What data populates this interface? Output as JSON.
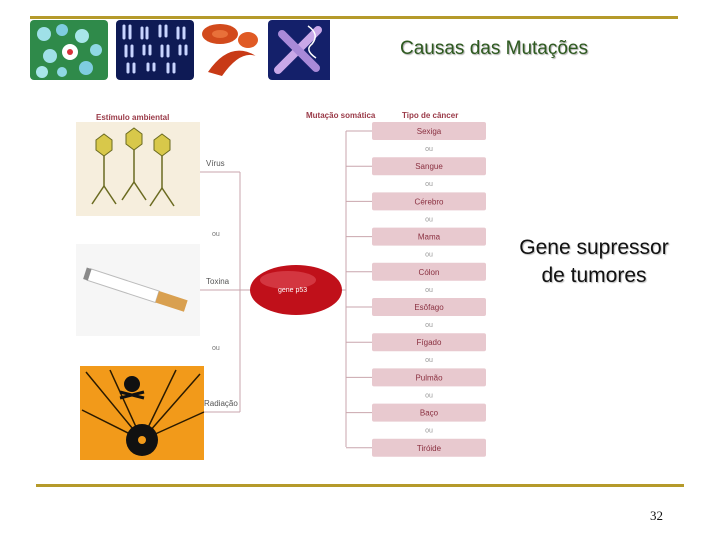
{
  "slide": {
    "title": "Causas das Mutações",
    "side_text_line1": "Gene supressor",
    "side_text_line2": "de tumores",
    "page_number": "32"
  },
  "figure": {
    "header_left": "Estímulo ambiental",
    "header_mid": "Mutação somática",
    "header_right": "Tipo de câncer",
    "stimuli": [
      "Vírus",
      "Toxina",
      "Radiação"
    ],
    "stimulus_or": [
      "ou",
      "ou"
    ],
    "gene_label": "gene p53",
    "cancers": [
      "Sexiga",
      "Sangue",
      "Cérebro",
      "Mama",
      "Cólon",
      "Esôfago",
      "Fígado",
      "Pulmão",
      "Baço",
      "Tiróide"
    ],
    "cancer_or": [
      "ou",
      "ou",
      "ou",
      "ou",
      "ou",
      "ou",
      "ou",
      "ou",
      "ou"
    ]
  },
  "colors": {
    "rule": "#b59a2a",
    "title": "#2e5a20",
    "cancer_box": "#e8c9cf",
    "cancer_text": "#8a3040",
    "gene_cell": "#c0101a",
    "connector": "#c9a6ad"
  }
}
